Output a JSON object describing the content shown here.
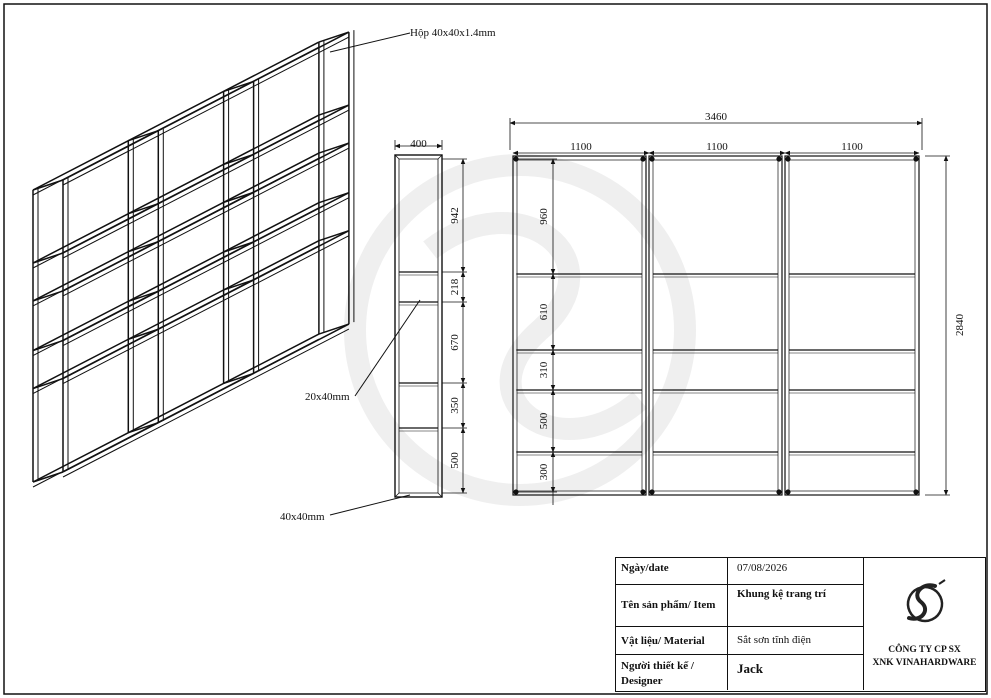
{
  "drawing": {
    "callouts": {
      "tube_main": "Hộp 40x40x1.4mm",
      "tube_20x40": "20x40mm",
      "tube_40x40": "40x40mm"
    },
    "side_view": {
      "depth": "400",
      "shelf_gaps": [
        "942",
        "218",
        "670",
        "350",
        "500"
      ]
    },
    "front_view": {
      "total_width": "3460",
      "bay_widths": [
        "1100",
        "1100",
        "1100"
      ],
      "total_height": "2840",
      "shelf_gaps": [
        "960",
        "610",
        "310",
        "500",
        "300"
      ]
    }
  },
  "title_block": {
    "date_label": "Ngày/date",
    "date_value": "07/08/2026",
    "product_label": "Tên sản phẩm/ Item",
    "product_value": "Khung kệ trang trí",
    "material_label": "Vật liệu/ Material",
    "material_value": "Sắt sơn tĩnh điện",
    "designer_label_1": "Người thiết kế /",
    "designer_label_2": "Designer",
    "designer_value": "Jack",
    "company_line_1": "CÔNG TY CP SX",
    "company_line_2": "XNK VINAHARDWARE"
  },
  "colors": {
    "line": "#111111",
    "watermark": "#ececec"
  }
}
